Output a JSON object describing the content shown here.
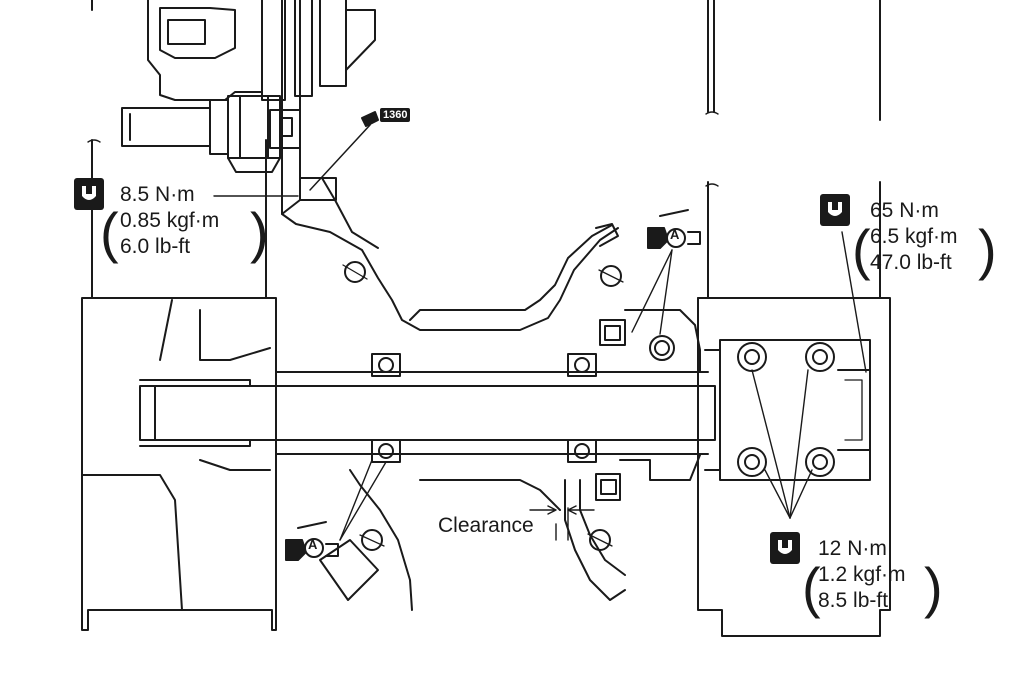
{
  "torque_specs": [
    {
      "id": "upper-left",
      "nm": "8.5 N·m",
      "kgfm": "0.85 kgf·m",
      "lbft": "6.0 lb-ft"
    },
    {
      "id": "upper-right",
      "nm": "65 N·m",
      "kgfm": "6.5 kgf·m",
      "lbft": "47.0 lb-ft"
    },
    {
      "id": "lower-right",
      "nm": "12 N·m",
      "kgfm": "1.2 kgf·m",
      "lbft": "8.5 lb-ft"
    }
  ],
  "labels": {
    "clearance": "Clearance",
    "sealant_badge": "1360",
    "grease_marker": "A"
  },
  "icons": {
    "torque": "torque-wrench-icon",
    "grease": "grease-gun-icon",
    "sealant": "sealant-tube-icon"
  },
  "colors": {
    "line": "#1a1a1a",
    "background": "#ffffff"
  }
}
